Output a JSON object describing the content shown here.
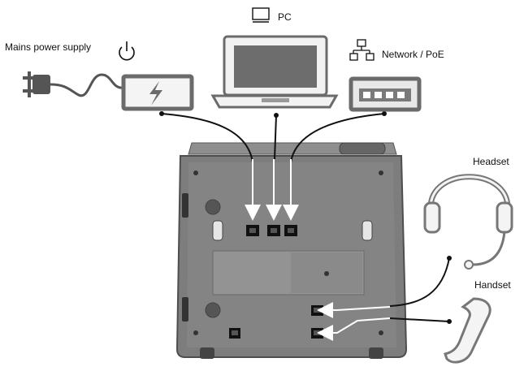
{
  "labels": {
    "mains": "Mains power supply",
    "pc": "PC",
    "network": "Network / PoE",
    "headset": "Headset",
    "handset": "Handset"
  },
  "icons": {
    "mains": "power-icon",
    "pc": "monitor-icon",
    "network": "network-icon"
  },
  "colors": {
    "phone_body": "#7a7a7a",
    "phone_dark": "#5e5e5e",
    "phone_panel": "#8a8a8a",
    "outline": "#6b6b6b",
    "device_fill": "#d9d9d9",
    "cable": "#222222",
    "arrow": "#ffffff",
    "port": "#111111"
  }
}
